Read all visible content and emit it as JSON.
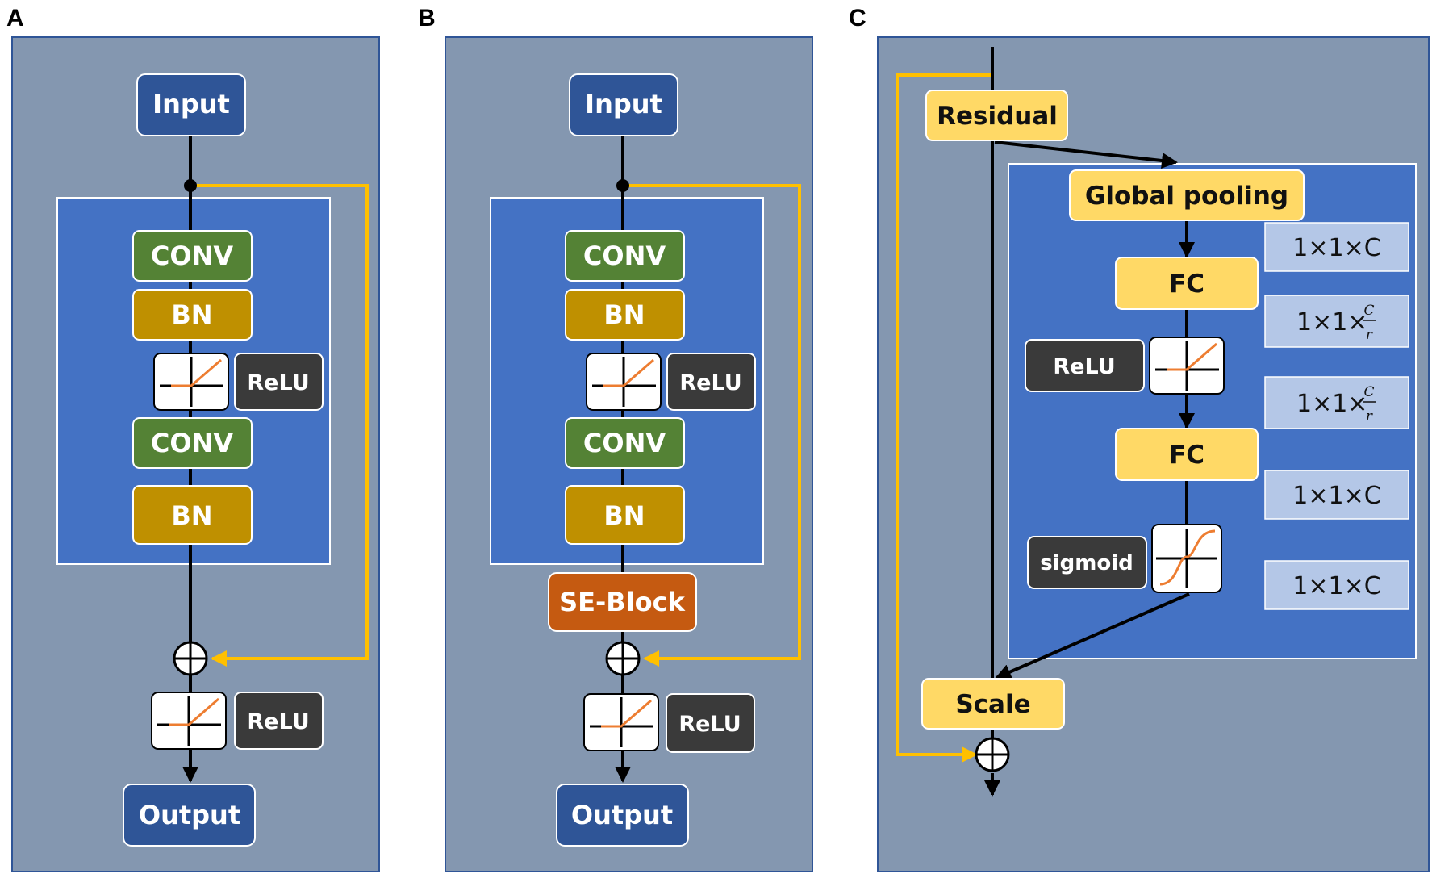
{
  "panels": {
    "a": {
      "label": "A",
      "input": "Input",
      "conv1": "CONV",
      "bn1": "BN",
      "relu1": "ReLU",
      "conv2": "CONV",
      "bn2": "BN",
      "relu2": "ReLU",
      "output": "Output"
    },
    "b": {
      "label": "B",
      "input": "Input",
      "conv1": "CONV",
      "bn1": "BN",
      "relu1": "ReLU",
      "conv2": "CONV",
      "bn2": "BN",
      "se": "SE-Block",
      "relu2": "ReLU",
      "output": "Output"
    },
    "c": {
      "label": "C",
      "residual": "Residual",
      "global_pooling": "Global pooling",
      "fc1": "FC",
      "relu": "ReLU",
      "fc2": "FC",
      "sigmoid": "sigmoid",
      "scale": "Scale",
      "dim1_prefix": "1×1×C",
      "dim2_prefix": "1×1×",
      "dim2_num": "C",
      "dim2_den": "r",
      "dim3_prefix": "1×1×",
      "dim3_num": "C",
      "dim3_den": "r",
      "dim4_prefix": "1×1×C",
      "dim5_prefix": "1×1×C"
    }
  },
  "colors": {
    "panel_bg": "#8497B0",
    "inner_block": "#4472C4",
    "io_box": "#2F5597",
    "conv": "#548235",
    "bn": "#BF9000",
    "se_block": "#C55A11",
    "relu_label": "#3A3A3A",
    "yellow_box": "#FFD966",
    "dim_box": "#B4C7E7",
    "skip_line": "#FFC000",
    "activation_curve": "#ED7D31"
  },
  "icons": [
    "relu-icon",
    "sigmoid-icon",
    "sum-node-icon"
  ]
}
